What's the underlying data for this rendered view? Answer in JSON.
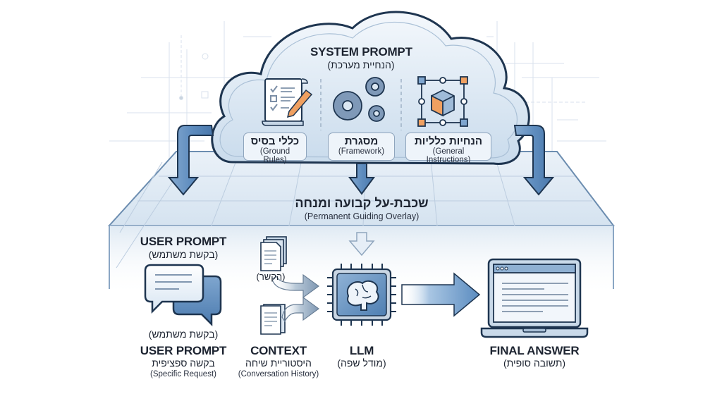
{
  "system_prompt": {
    "title": "SYSTEM PROMPT",
    "subtitle_he": "(הנחיית מערכת)",
    "components": [
      {
        "label_he": "כללי בסיס",
        "label_en": "(Ground Rules)",
        "icon": "checklist-scroll-pencil-icon"
      },
      {
        "label_he": "מסגרת",
        "label_en": "(Framework)",
        "icon": "gears-icon"
      },
      {
        "label_he": "הנחיות כלליות",
        "label_en": "(General Instructions)",
        "icon": "cube-network-icon"
      }
    ]
  },
  "overlay": {
    "label_he": "שכבת-על קבועה ומנחה",
    "label_en": "(Permanent Guiding Overlay)"
  },
  "user_prompt": {
    "top_title": "USER PROMPT",
    "top_subtitle_he": "(בקשת משתמש)",
    "mid_subtitle_he": "(בקשת משתמש)",
    "bottom_title": "USER PROMPT",
    "bottom_he": "בקשה ספציפית",
    "bottom_en": "(Specific Request)",
    "icon": "chat-bubbles-icon"
  },
  "context": {
    "doc_label_he": "(הקשר)",
    "title": "CONTEXT",
    "label_he": "היסטוריית שיחה",
    "label_en": "(Conversation History)",
    "icon": "documents-icon"
  },
  "llm": {
    "title": "LLM",
    "label_he": "(מודל שפה)",
    "icon": "brain-chip-icon"
  },
  "final_answer": {
    "title": "FINAL ANSWER",
    "label_he": "(תשובה סופית)",
    "icon": "laptop-icon"
  },
  "colors": {
    "outline": "#1e3550",
    "arrow_blue": "#5d8bbd",
    "arrow_light": "#a9c4df",
    "cloud_fill": "#dce8f3",
    "platform_fill": "#e6eef7",
    "accent_orange": "#f0a060",
    "gray_icon": "#8e9fb3"
  }
}
